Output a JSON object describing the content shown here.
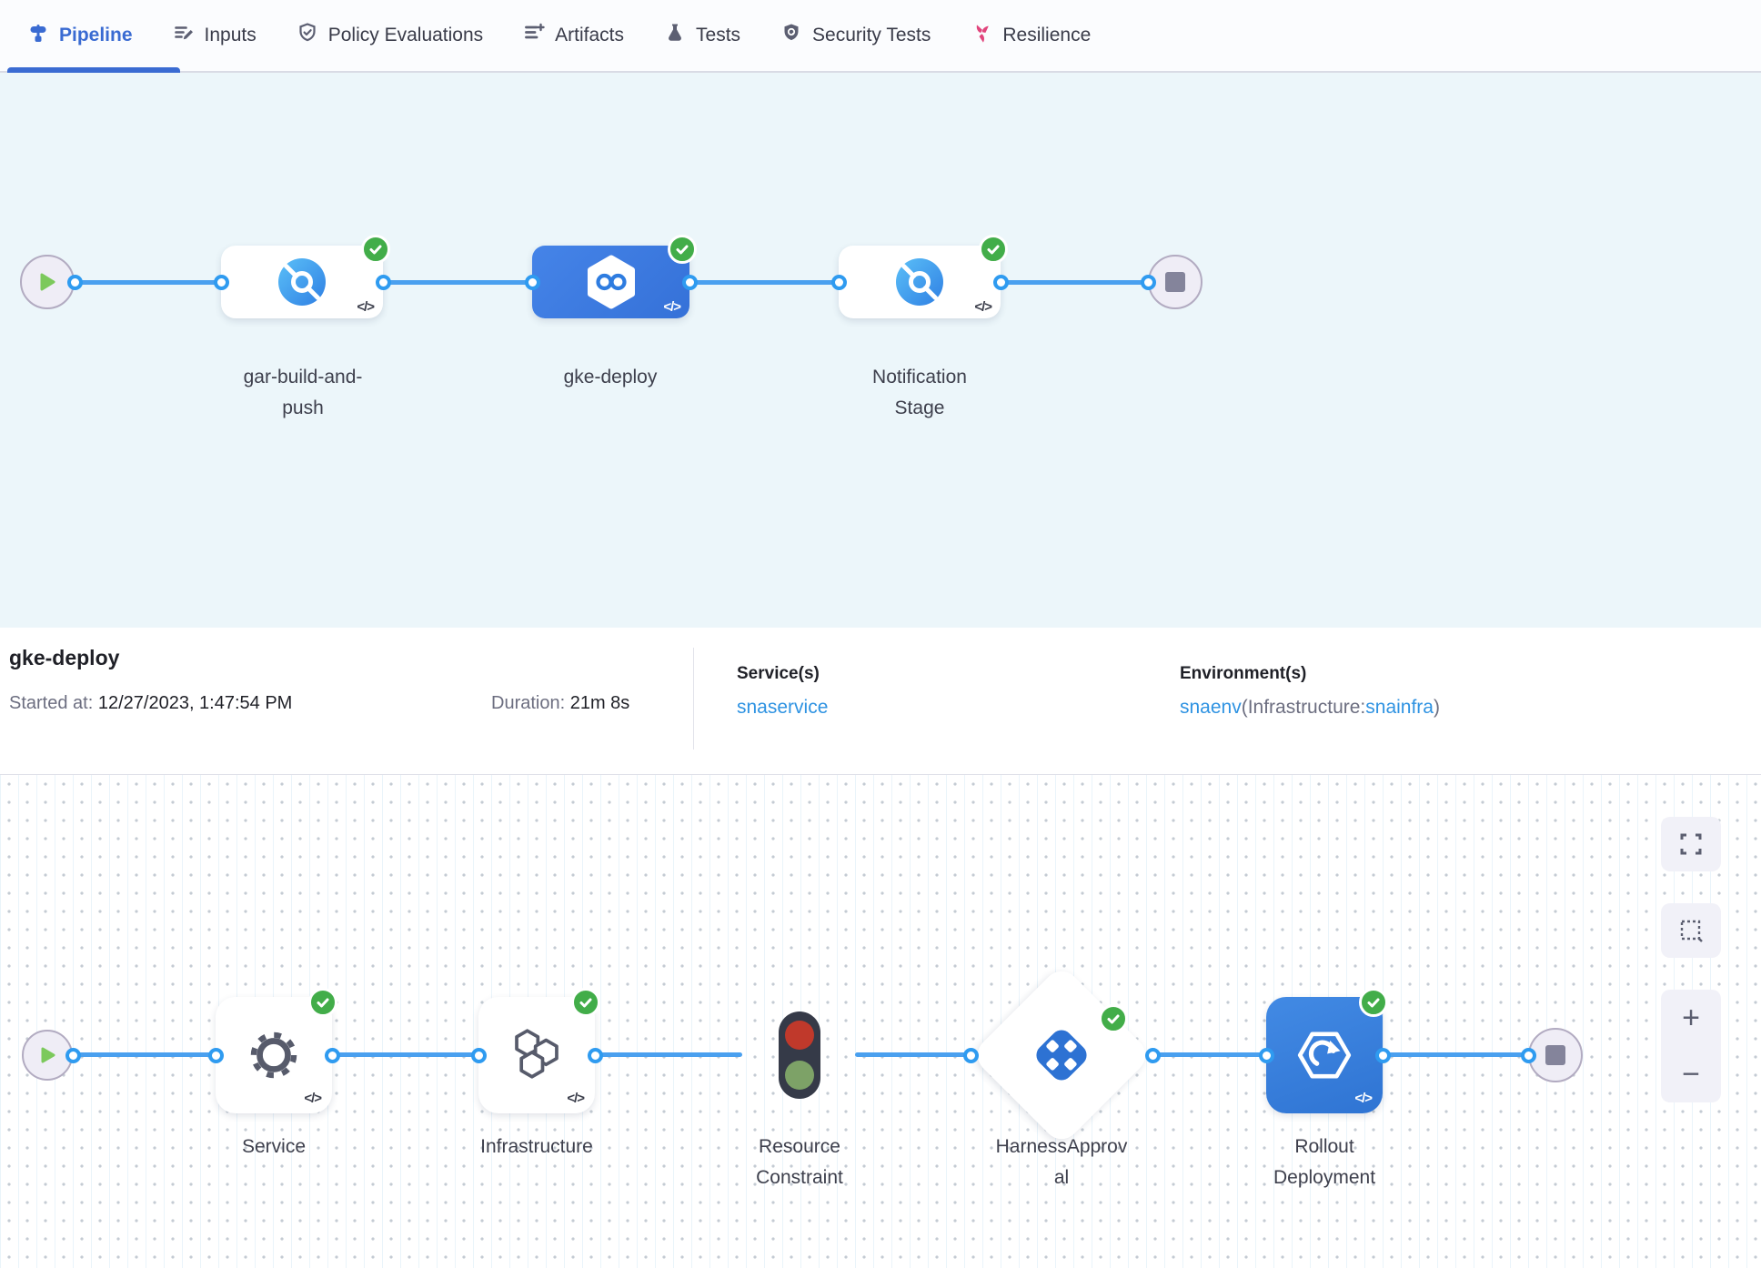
{
  "tabs": [
    {
      "label": "Pipeline",
      "active": true
    },
    {
      "label": "Inputs",
      "active": false
    },
    {
      "label": "Policy Evaluations",
      "active": false
    },
    {
      "label": "Artifacts",
      "active": false
    },
    {
      "label": "Tests",
      "active": false
    },
    {
      "label": "Security Tests",
      "active": false
    },
    {
      "label": "Resilience",
      "active": false
    }
  ],
  "pipeline_graph": {
    "stages": [
      {
        "label": "gar-build-and-push",
        "status": "success",
        "selected": false
      },
      {
        "label": "gke-deploy",
        "status": "success",
        "selected": true
      },
      {
        "label": "Notification Stage",
        "status": "success",
        "selected": false
      }
    ]
  },
  "details": {
    "title": "gke-deploy",
    "started_label": "Started at:",
    "started_value": "12/27/2023, 1:47:54 PM",
    "duration_label": "Duration:",
    "duration_value": "21m 8s",
    "services_label": "Service(s)",
    "service_name": "snaservice",
    "environments_label": "Environment(s)",
    "env_name": "snaenv",
    "env_open": "(Infrastructure:",
    "env_infra": "snainfra",
    "env_close": ")"
  },
  "execution_graph": {
    "steps": [
      {
        "label": "Service",
        "status": "success"
      },
      {
        "label": "Infrastructure",
        "status": "success"
      },
      {
        "label": "Resource Constraint",
        "status": "success"
      },
      {
        "label": "HarnessApproval",
        "status": "success"
      },
      {
        "label": "Rollout Deployment",
        "status": "success"
      }
    ]
  },
  "controls": {
    "zoom_in": "+",
    "zoom_out": "−"
  },
  "code_badge": "</>",
  "colors": {
    "accent": "#3a6bd2",
    "link": "#2f93e2",
    "edge_blue": "#4aa0ef",
    "success_green": "#42ad49",
    "selected_stage": "#3d7ce0",
    "resilience_pink": "#e1447c"
  }
}
